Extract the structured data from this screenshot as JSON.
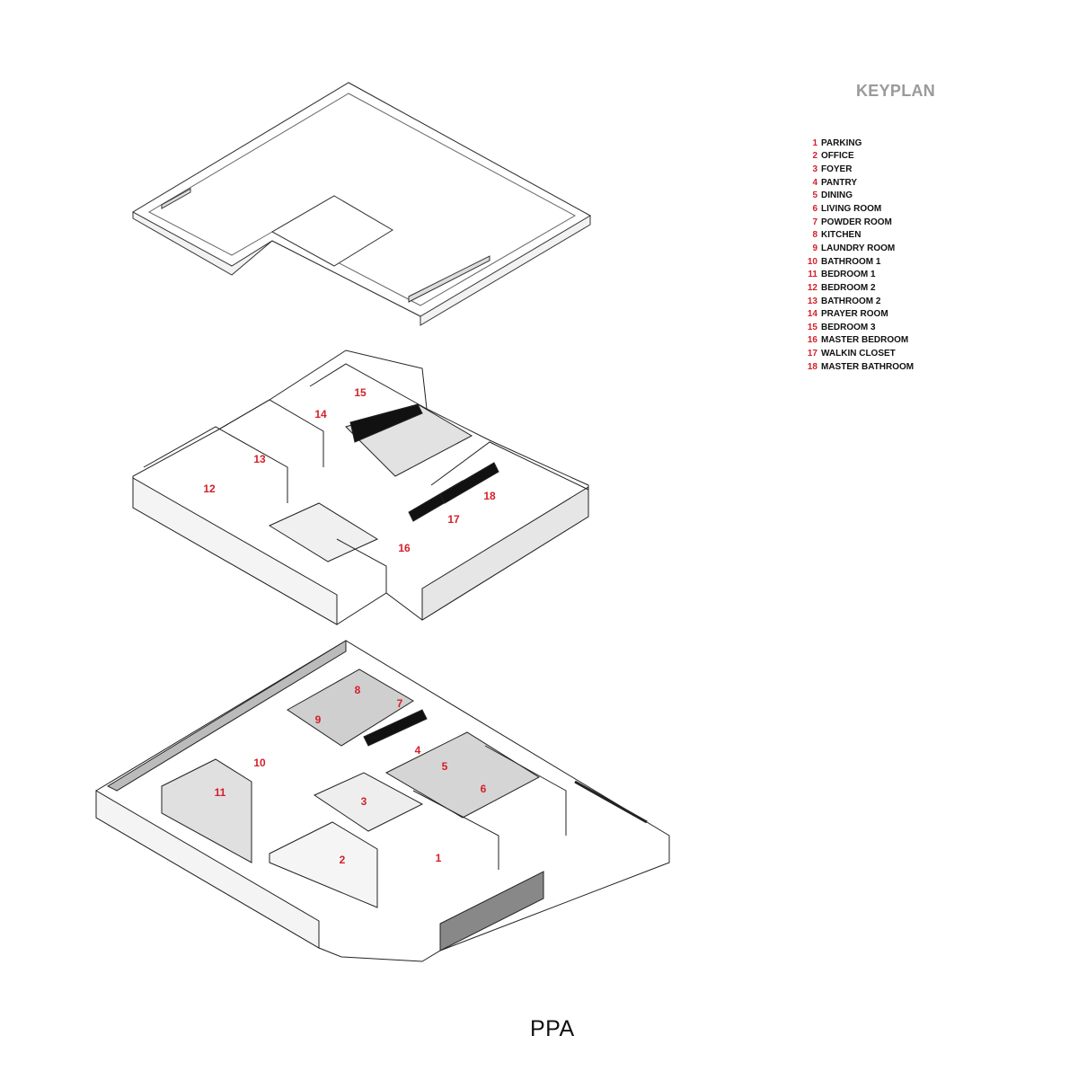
{
  "keyplan": {
    "title": "KEYPLAN",
    "rooms": [
      {
        "number": "1",
        "name": "PARKING"
      },
      {
        "number": "2",
        "name": "OFFICE"
      },
      {
        "number": "3",
        "name": "FOYER"
      },
      {
        "number": "4",
        "name": "PANTRY"
      },
      {
        "number": "5",
        "name": "DINING"
      },
      {
        "number": "6",
        "name": "LIVING ROOM"
      },
      {
        "number": "7",
        "name": "POWDER ROOM"
      },
      {
        "number": "8",
        "name": "KITCHEN"
      },
      {
        "number": "9",
        "name": "LAUNDRY ROOM"
      },
      {
        "number": "10",
        "name": "BATHROOM 1"
      },
      {
        "number": "11",
        "name": "BEDROOM 1"
      },
      {
        "number": "12",
        "name": "BEDROOM 2"
      },
      {
        "number": "13",
        "name": "BATHROOM 2"
      },
      {
        "number": "14",
        "name": "PRAYER ROOM"
      },
      {
        "number": "15",
        "name": "BEDROOM 3"
      },
      {
        "number": "16",
        "name": "MASTER BEDROOM"
      },
      {
        "number": "17",
        "name": "WALKIN CLOSET"
      },
      {
        "number": "18",
        "name": "MASTER BATHROOM"
      }
    ],
    "accent_color": "#d4202a"
  },
  "logo": {
    "text": "PPA"
  }
}
